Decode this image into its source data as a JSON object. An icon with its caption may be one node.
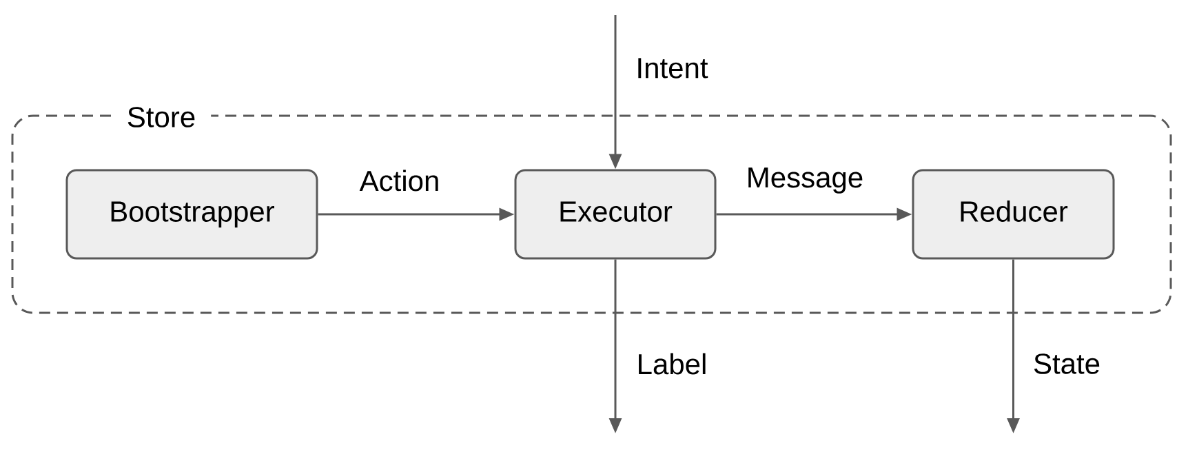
{
  "diagram": {
    "nodes": [
      {
        "text": [
          "Store"
        ]
      },
      {
        "text": [
          "Bootstrapper"
        ],
        "in": 0
      },
      {
        "text": [
          "Executor"
        ],
        "in": 0
      },
      {
        "text": [
          "Reducer"
        ],
        "in": 0
      }
    ],
    "edges": [
      {
        "from": 1,
        "to": 2,
        "arrow": "to",
        "label": "Action"
      },
      {
        "from": 2,
        "to": 3,
        "arrow": "to",
        "label": "Message"
      },
      {
        "from": null,
        "to": 2,
        "arrow": "to",
        "label": "Intent"
      },
      {
        "from": 2,
        "to": null,
        "arrow": "to",
        "label": "Label"
      },
      {
        "from": 3,
        "to": null,
        "arrow": "to",
        "label": "State"
      }
    ]
  }
}
